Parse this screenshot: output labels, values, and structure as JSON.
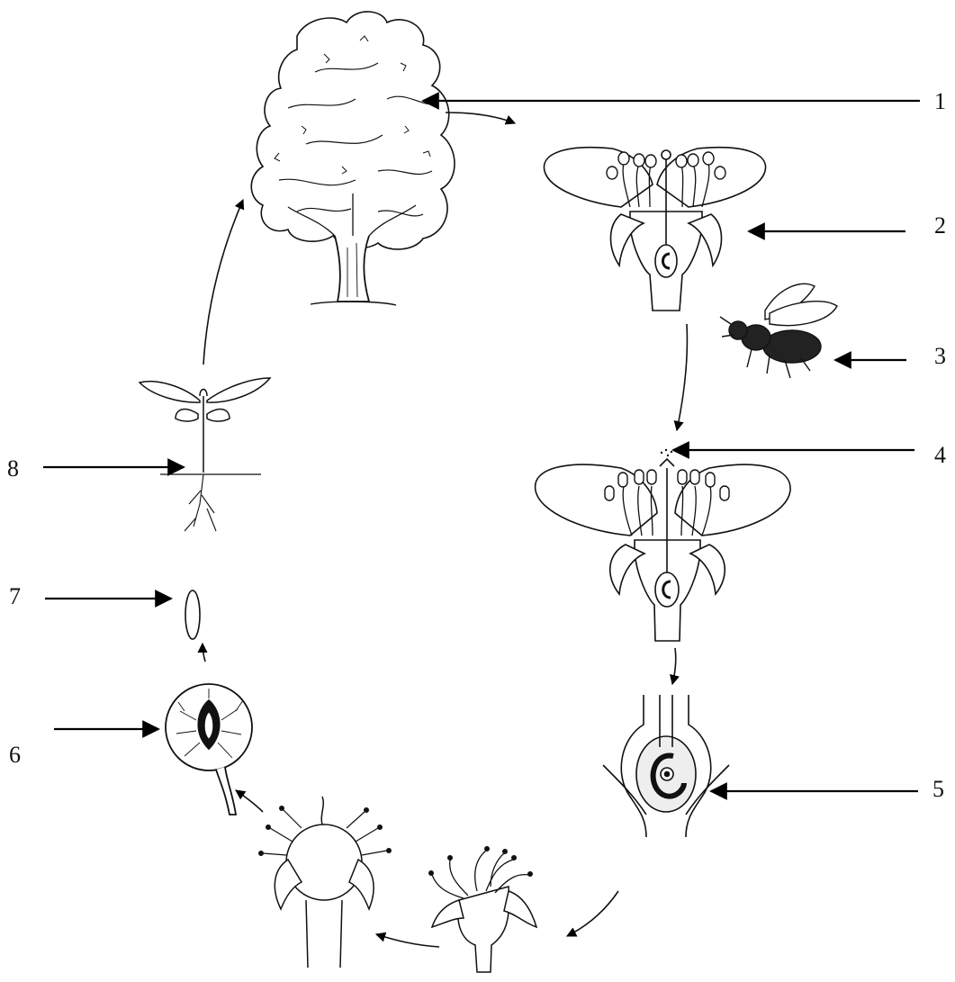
{
  "diagram": {
    "stage_labels": [
      "1",
      "2",
      "3",
      "4",
      "5",
      "6",
      "7",
      "8"
    ],
    "stages": [
      {
        "number": "1",
        "icon": "mature-tree"
      },
      {
        "number": "2",
        "icon": "flower-cross-section"
      },
      {
        "number": "3",
        "icon": "bee"
      },
      {
        "number": "4",
        "icon": "pollinated-flower"
      },
      {
        "number": "5",
        "icon": "fertilized-ovary"
      },
      {
        "number": "6",
        "icon": "fruit-with-seed"
      },
      {
        "number": "7",
        "icon": "seed"
      },
      {
        "number": "8",
        "icon": "seedling"
      }
    ],
    "unlabeled_stages": [
      "wilting-flower",
      "developing-fruit"
    ]
  }
}
